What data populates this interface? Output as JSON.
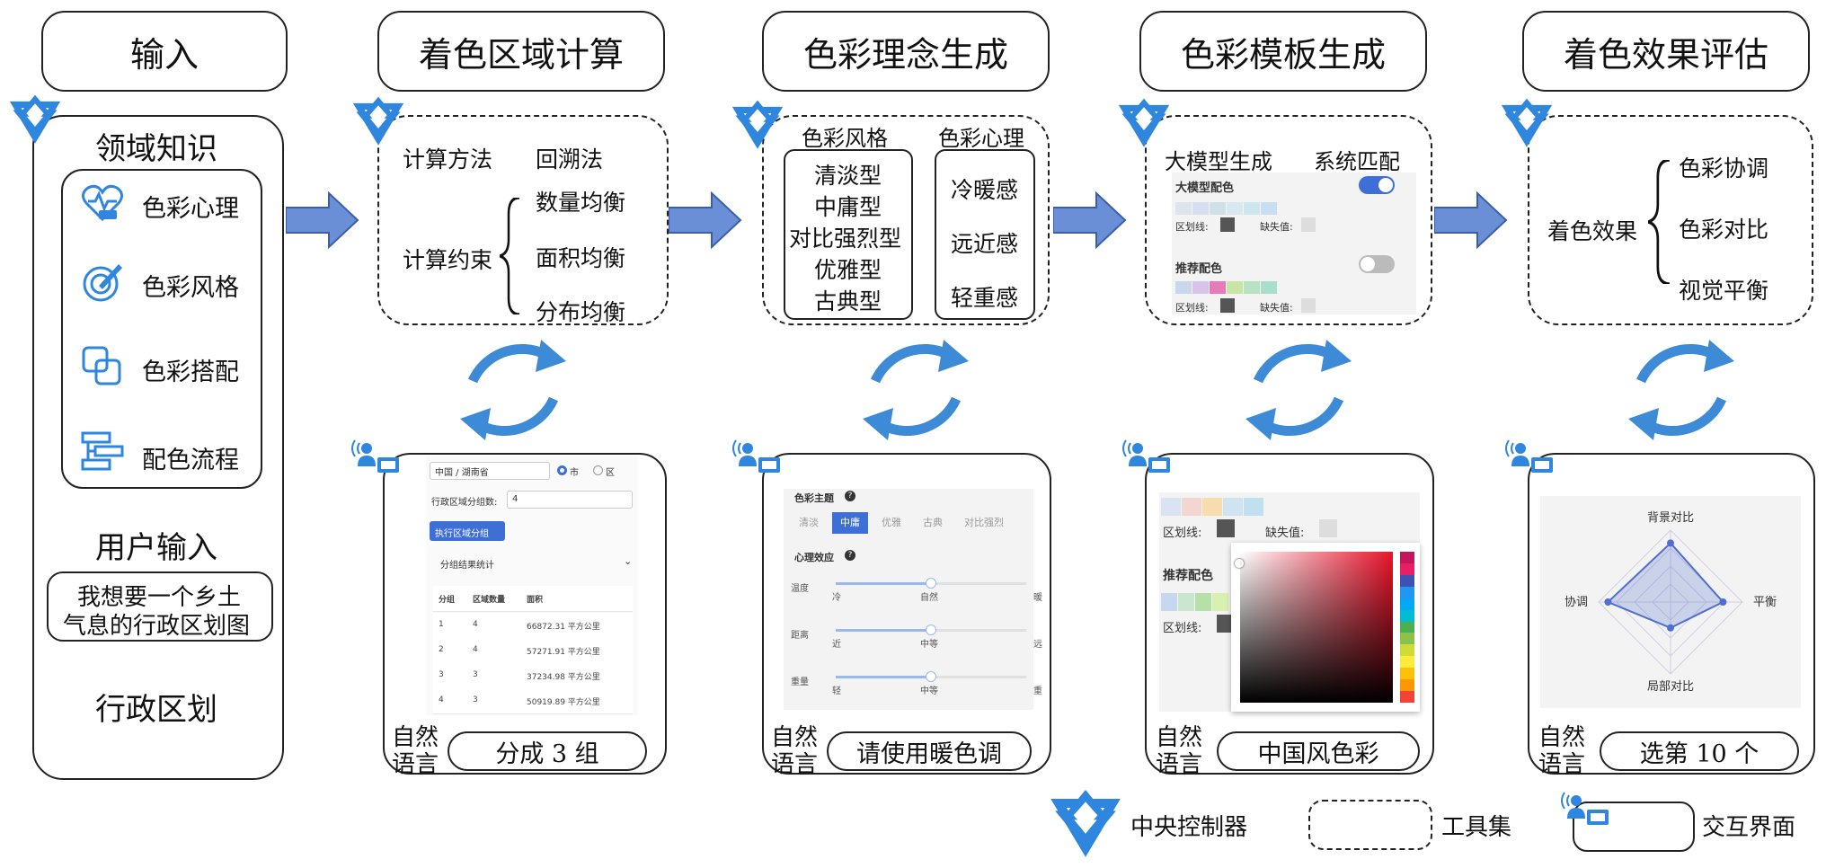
{
  "stages": {
    "input": {
      "title": "输入",
      "domain_knowledge": "领域知识",
      "items": [
        "色彩心理",
        "色彩风格",
        "色彩搭配",
        "配色流程"
      ],
      "user_input": "用户输入",
      "user_sentence_1": "我想要一个乡土",
      "user_sentence_2": "气息的行政区划图",
      "map_type": "行政区划"
    },
    "region": {
      "title": "着色区域计算",
      "method_label": "计算方法",
      "method_value": "回溯法",
      "constraint_label": "计算约束",
      "constraints": [
        "数量均衡",
        "面积均衡",
        "分布均衡"
      ],
      "nl_1": "自然",
      "nl_2": "语言",
      "prompt": "分成 3 组"
    },
    "concept": {
      "title": "色彩理念生成",
      "style_label": "色彩风格",
      "styles": [
        "清淡型",
        "中庸型",
        "对比强烈型",
        "优雅型",
        "古典型"
      ],
      "psych_label": "色彩心理",
      "psych": [
        "冷暖感",
        "远近感",
        "轻重感"
      ],
      "nl_1": "自然",
      "nl_2": "语言",
      "prompt": "请使用暖色调"
    },
    "template": {
      "title": "色彩模板生成",
      "gen_label": "大模型生成",
      "match_label": "系统匹配",
      "nl_1": "自然",
      "nl_2": "语言",
      "prompt": "中国风色彩"
    },
    "evaluate": {
      "title": "着色效果评估",
      "effect_label": "着色效果",
      "effects": [
        "色彩协调",
        "色彩对比",
        "视觉平衡"
      ],
      "nl_1": "自然",
      "nl_2": "语言",
      "prompt": "选第 10 个"
    }
  },
  "ui_region": {
    "select": "中国 / 湖南省",
    "radio_city": "市",
    "radio_district": "区",
    "group_label": "行政区域分组数:",
    "group_value": "4",
    "run_button": "执行区域分组",
    "stats_label": "分组结果统计",
    "columns": [
      "分组",
      "区域数量",
      "面积"
    ],
    "rows": [
      [
        "1",
        "4",
        "66872.31 平方公里"
      ],
      [
        "2",
        "4",
        "57271.91 平方公里"
      ],
      [
        "3",
        "3",
        "37234.98 平方公里"
      ],
      [
        "4",
        "3",
        "50919.89 平方公里"
      ]
    ]
  },
  "ui_concept": {
    "theme_label": "色彩主题",
    "tabs": [
      "清淡",
      "中庸",
      "优雅",
      "古典",
      "对比强烈"
    ],
    "active_tab": "中庸",
    "effect_label": "心理效应",
    "sliders": [
      {
        "name": "温度",
        "left": "冷",
        "mid": "自然",
        "right": "暖",
        "value": 0.5
      },
      {
        "name": "距离",
        "left": "近",
        "mid": "中等",
        "right": "远",
        "value": 0.5
      },
      {
        "name": "重量",
        "left": "轻",
        "mid": "中等",
        "right": "重",
        "value": 0.5
      }
    ]
  },
  "ui_template": {
    "llm_label": "大模型配色",
    "border_label": "区划线:",
    "missing_label": "缺失值:",
    "recommend_label": "推荐配色",
    "llm_toggle": true,
    "recommend_toggle": false,
    "llm_colors": [
      "#dfe3ee",
      "#d6def0",
      "#cfe0e8",
      "#d8e8f0",
      "#cde6ee",
      "#c7dff0"
    ],
    "recommend_colors": [
      "#c9d7ee",
      "#d7c4e8",
      "#e67bbb",
      "#c8e6a6",
      "#b9e1c4",
      "#a8dfcc"
    ],
    "zoom_colors": [
      "#d9e3f2",
      "#f2d6d0",
      "#f7dcae",
      "#cfe3f0",
      "#bfe0ec"
    ],
    "zoom_recommend_colors": [
      "#c6d7f0",
      "#cbe6d0",
      "#b7dfa8",
      "#d8f0b0"
    ],
    "palette": [
      "#c2185b",
      "#e91e63",
      "#3f51b5",
      "#2196f3",
      "#03a9f4",
      "#00bcd4",
      "#4caf50",
      "#8bc34a",
      "#cddc39",
      "#ffeb3b",
      "#ffc107",
      "#ff9800",
      "#f44336"
    ],
    "border_color": "#555555",
    "missing_color": "#dddddd"
  },
  "ui_evaluate": {
    "axes": [
      "背景对比",
      "平衡",
      "局部对比",
      "协调"
    ],
    "values": [
      0.82,
      0.73,
      0.36,
      0.87
    ],
    "scale_max": 1
  },
  "legend": {
    "controller": "中央控制器",
    "toolset": "工具集",
    "interface": "交互界面"
  },
  "colors": {
    "arrow_fill": "#6a8fd6",
    "arrow_stroke": "#3a5ea8",
    "cycle": "#3d8ad6",
    "icon": "#2e86de",
    "accent_button": "#3e6fd6",
    "radar": "#4e6ed1"
  }
}
